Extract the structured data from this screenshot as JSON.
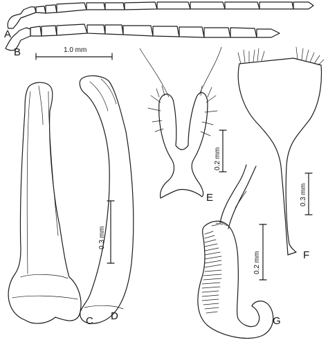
{
  "figure": {
    "panel_labels": {
      "a": "A",
      "b": "B",
      "c": "C",
      "d": "D",
      "e": "E",
      "f": "F",
      "g": "G"
    },
    "scale_bars": {
      "antennae": "1.0 mm",
      "aedeagus": "0.3 mm",
      "tergite": "0.2 mm",
      "sternite": "0.3 mm",
      "spermatheca": "0.2 mm"
    }
  }
}
